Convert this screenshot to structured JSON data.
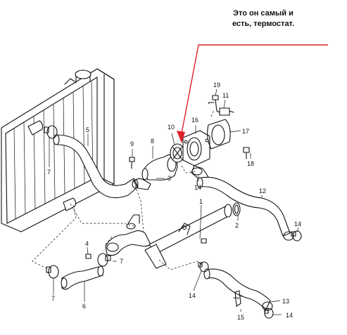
{
  "annotation": {
    "lines": [
      "Это он самый и",
      "есть, термостат."
    ],
    "arrow_color": "#e0202a"
  },
  "part_labels": {
    "p1": "1",
    "p2": "2",
    "p3": "3",
    "p4": "4",
    "p5": "5",
    "p6": "6",
    "p7a": "7",
    "p7b": "7",
    "p7c": "7",
    "p7d": "7",
    "p8": "8",
    "p9": "9",
    "p10": "10",
    "p11": "11",
    "p12": "12",
    "p13": "13",
    "p14a": "14",
    "p14b": "14",
    "p14c": "14",
    "p14d": "14",
    "p15": "15",
    "p16": "16",
    "p17": "17",
    "p18": "18",
    "p19": "19"
  }
}
